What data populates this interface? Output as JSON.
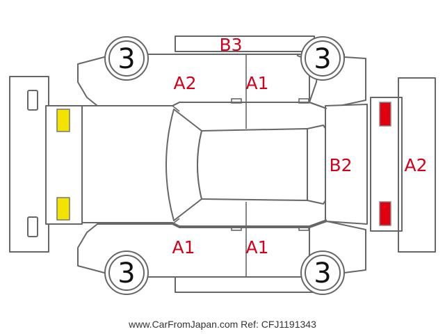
{
  "tire_condition": {
    "front_left": "3",
    "front_right": "3",
    "rear_left": "3",
    "rear_right": "3"
  },
  "damage_marks": {
    "roof_edge_top": "B3",
    "left_front_door": "A2",
    "left_rear_door": "A1",
    "right_front_door": "A1",
    "right_rear_door": "A1",
    "rear_window": "B2",
    "rear_bumper": "A2"
  },
  "light_colors": {
    "front": "#f2e400",
    "rear": "#e0000f"
  },
  "footer_text": "www.CarFromJapan.com Ref: CFJ1191343"
}
